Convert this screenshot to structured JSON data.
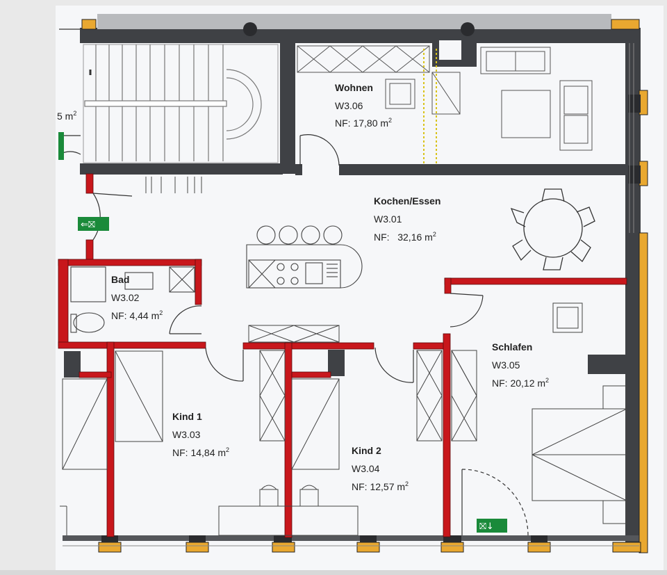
{
  "colors": {
    "existing_wall": "#3f4145",
    "new_wall": "#c8171c",
    "column": "#e9a830",
    "paper": "#f6f7f9",
    "exit_sign": "#1a8a3a"
  },
  "fragment_area": {
    "text": "5 m",
    "sup": "2"
  },
  "rooms": [
    {
      "name": "Wohnen",
      "id": "W3.06",
      "prefix": "NF: ",
      "value": "17,80 m",
      "sup": "2"
    },
    {
      "name": "Kochen/Essen",
      "id": "W3.01",
      "prefix": "NF:   ",
      "value": "32,16 m",
      "sup": "2"
    },
    {
      "name": "Bad",
      "id": "W3.02",
      "prefix": "NF: ",
      "value": "4,44 m",
      "sup": "2"
    },
    {
      "name": "Schlafen",
      "id": "W3.05",
      "prefix": "NF: ",
      "value": "20,12 m",
      "sup": "2"
    },
    {
      "name": "Kind 1",
      "id": "W3.03",
      "prefix": "NF: ",
      "value": "14,84 m",
      "sup": "2"
    },
    {
      "name": "Kind 2",
      "id": "W3.04",
      "prefix": "NF: ",
      "value": "12,57 m",
      "sup": "2"
    }
  ],
  "icons": [
    "exit-sign-left-icon",
    "exit-sign-down-icon",
    "dining-table-icon",
    "stair-icon"
  ]
}
